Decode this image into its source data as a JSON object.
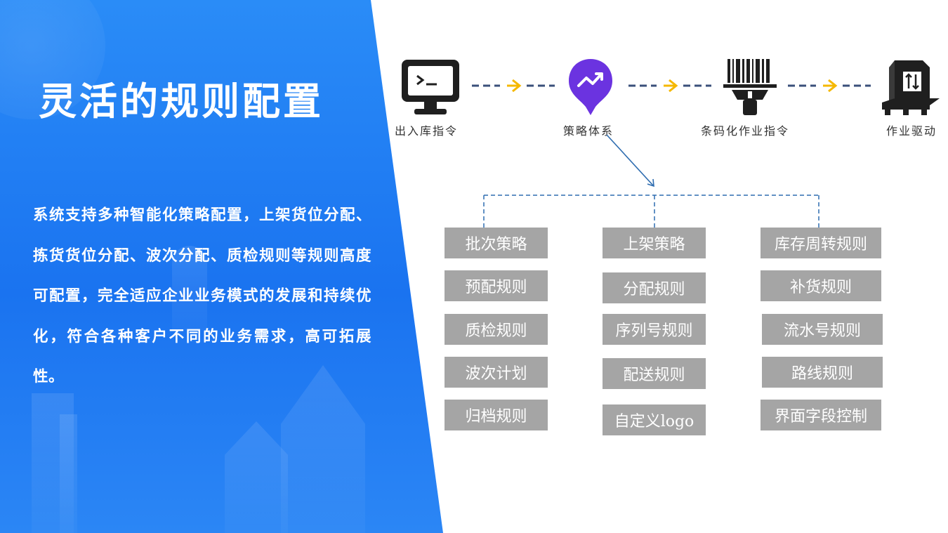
{
  "title": "灵活的规则配置",
  "description": "系统支持多种智能化策略配置，上架货位分配、拣货货位分配、波次分配、质检规则等规则高度可配置，完全适应企业业务模式的发展和持续优化，符合各种客户不同的业务需求，高可拓展性。",
  "flow": {
    "steps": [
      {
        "label": "出入库指令",
        "icon": "terminal-monitor-icon"
      },
      {
        "label": "策略体系",
        "icon": "trend-chart-icon"
      },
      {
        "label": "条码化作业指令",
        "icon": "barcode-scanner-icon"
      },
      {
        "label": "作业驱动",
        "icon": "package-pallet-icon"
      }
    ]
  },
  "rules": {
    "col1": [
      "批次策略",
      "预配规则",
      "质检规则",
      "波次计划",
      "归档规则"
    ],
    "col2": [
      "上架策略",
      "分配规则",
      "序列号规则",
      "配送规则",
      "自定义logo"
    ],
    "col3": [
      "库存周转规则",
      "补货规则",
      "流水号规则",
      "路线规则",
      "界面字段控制"
    ]
  },
  "colors": {
    "panel_blue": "#1a73f0",
    "box_gray": "#a5a5a5",
    "arrow_yellow": "#f5b800",
    "dash_blue": "#3a6ea5",
    "icon_purple": "#6b33e0"
  }
}
